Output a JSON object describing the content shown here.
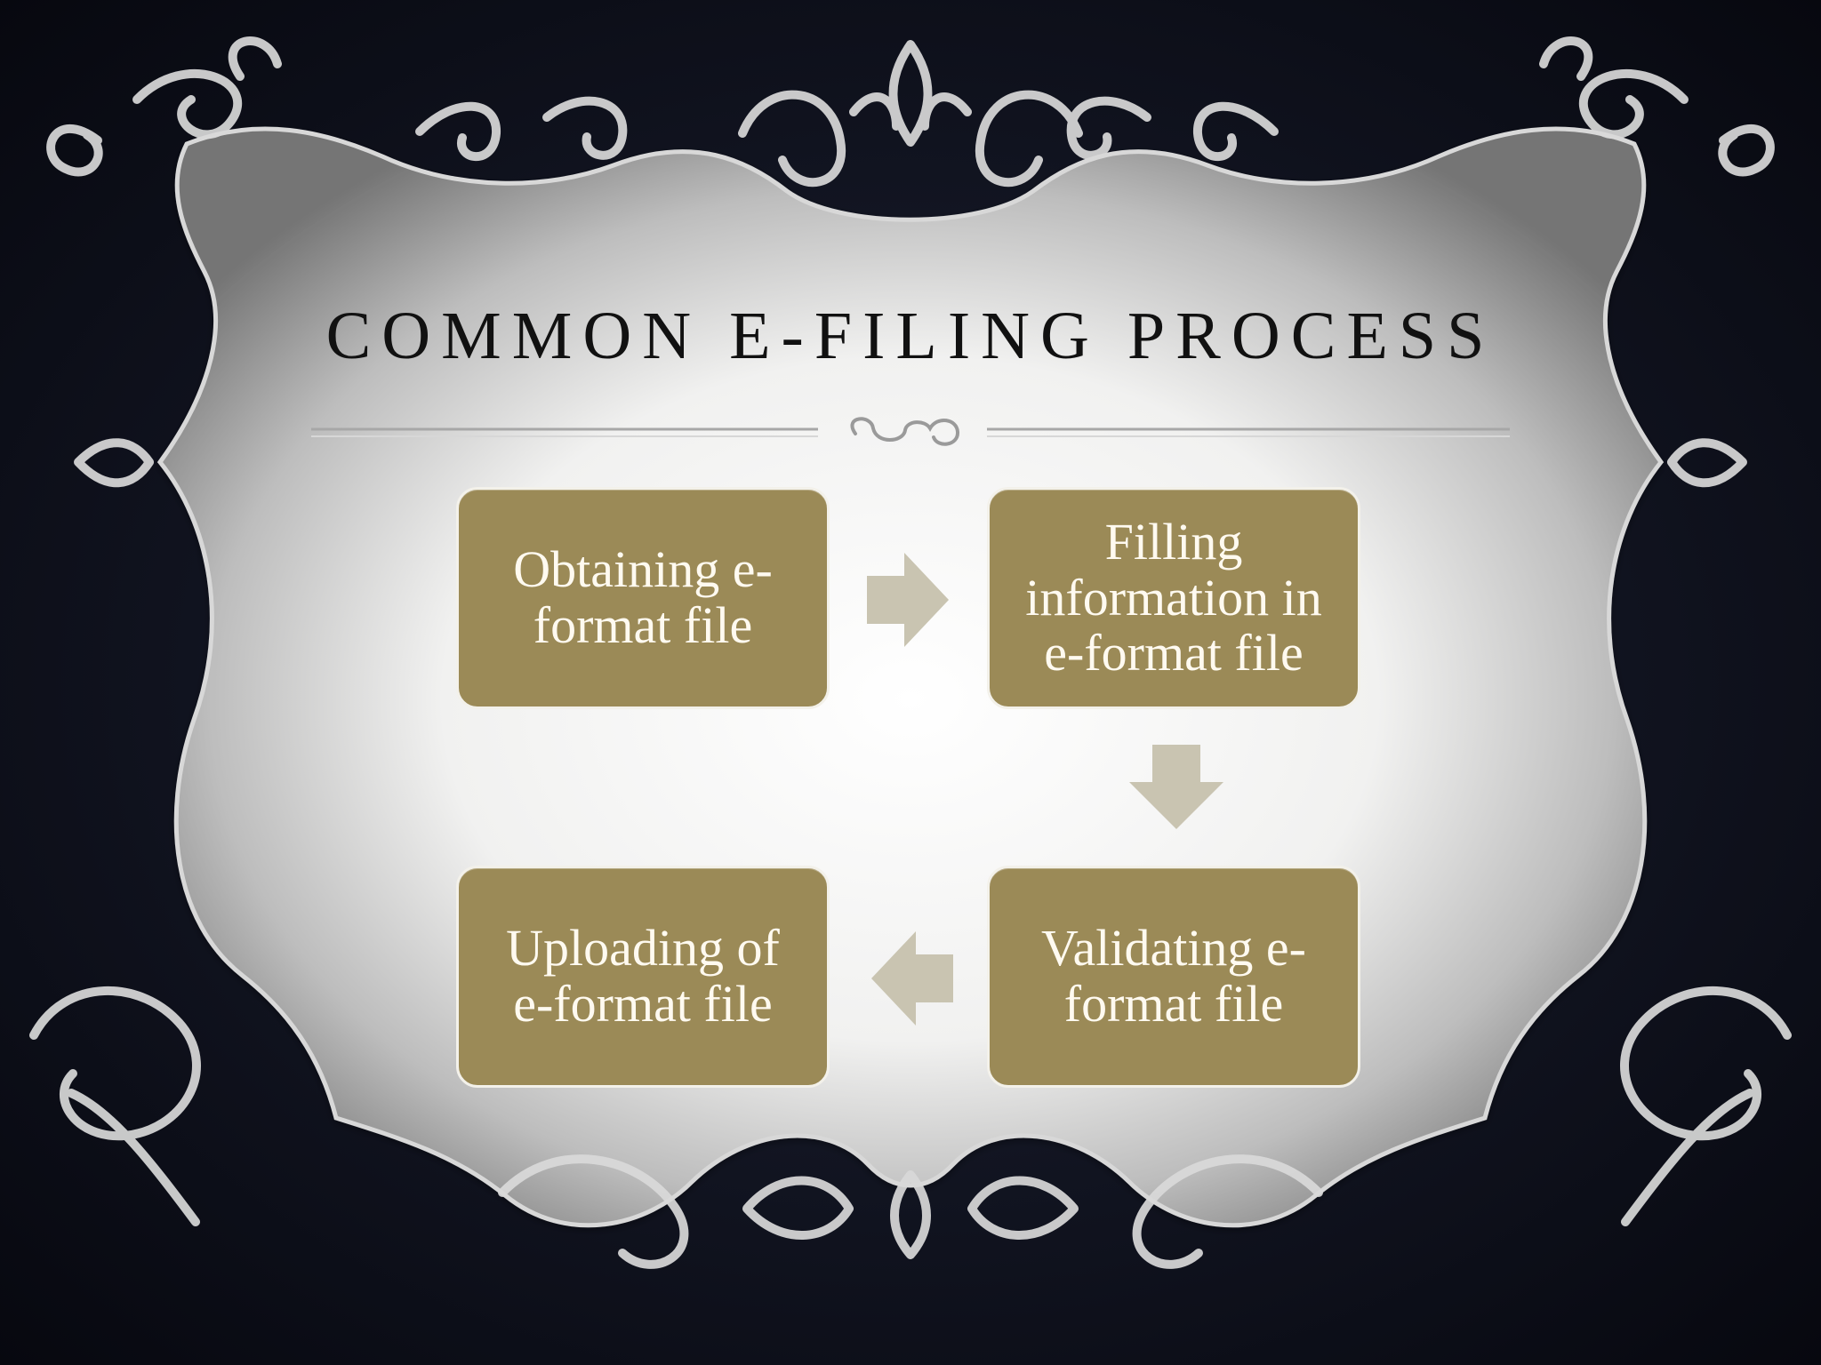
{
  "slide": {
    "title": "COMMON E-FILING PROCESS"
  },
  "diagram": {
    "steps": [
      {
        "label": "Obtaining e-\nformat file"
      },
      {
        "label": "Filling\ninformation in\ne-format file"
      },
      {
        "label": "Validating e-\nformat file"
      },
      {
        "label": "Uploading of\ne-format file"
      }
    ],
    "box_color": "#9b8a57",
    "arrow_color": "#c9c4b1"
  }
}
